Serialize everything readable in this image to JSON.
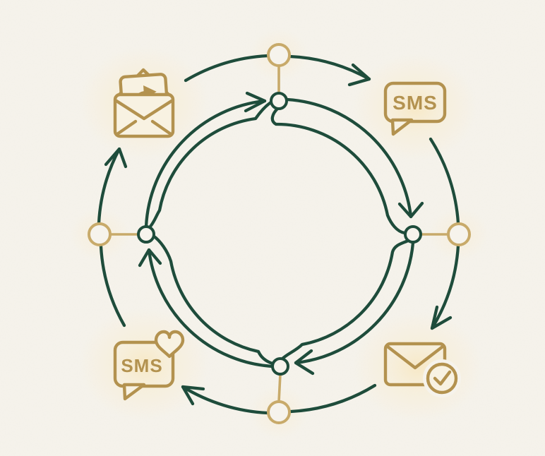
{
  "meta": {
    "description": "Hand-drawn style circular marketing flow illustration with SMS and email icons connected by clockwise arrows",
    "direction": "clockwise"
  },
  "colors": {
    "green": "#1e4c3b",
    "gold": "#c8aa6a",
    "gold_deep": "#b3924f",
    "background": "#f6f3ec",
    "icon_fill": "#f8f2e2",
    "glow": "#f7e8c4"
  },
  "cycle": {
    "outer_nodes": [
      "top",
      "right",
      "bottom",
      "left"
    ],
    "inner_nodes": [
      "top",
      "right",
      "bottom",
      "left"
    ],
    "icons": [
      {
        "id": "email-share",
        "position": "top-left",
        "label": ""
      },
      {
        "id": "sms-message",
        "position": "top-right",
        "label": "SMS"
      },
      {
        "id": "email-delivered",
        "position": "bottom-right",
        "label": ""
      },
      {
        "id": "sms-favorite",
        "position": "bottom-left",
        "label": "SMS"
      }
    ]
  }
}
